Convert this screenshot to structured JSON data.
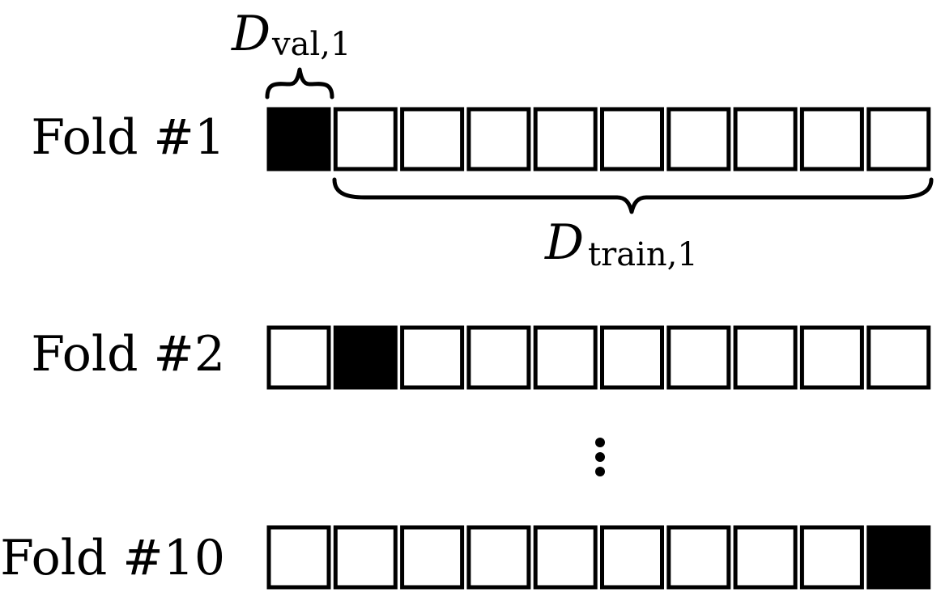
{
  "folds": [
    {
      "label": "Fold #1",
      "highlight": 1
    },
    {
      "label": "Fold #2",
      "highlight": 2
    },
    {
      "label": "Fold #10",
      "highlight": 10
    }
  ],
  "cells_per_fold": 10,
  "ellipsis": "⋮",
  "annotations": {
    "val": {
      "symbol": "D",
      "subscript": "val,1"
    },
    "train": {
      "symbol": "D",
      "subscript": "train,1"
    }
  },
  "colors": {
    "highlight": "#000000",
    "cell": "#ffffff",
    "stroke": "#000000"
  }
}
